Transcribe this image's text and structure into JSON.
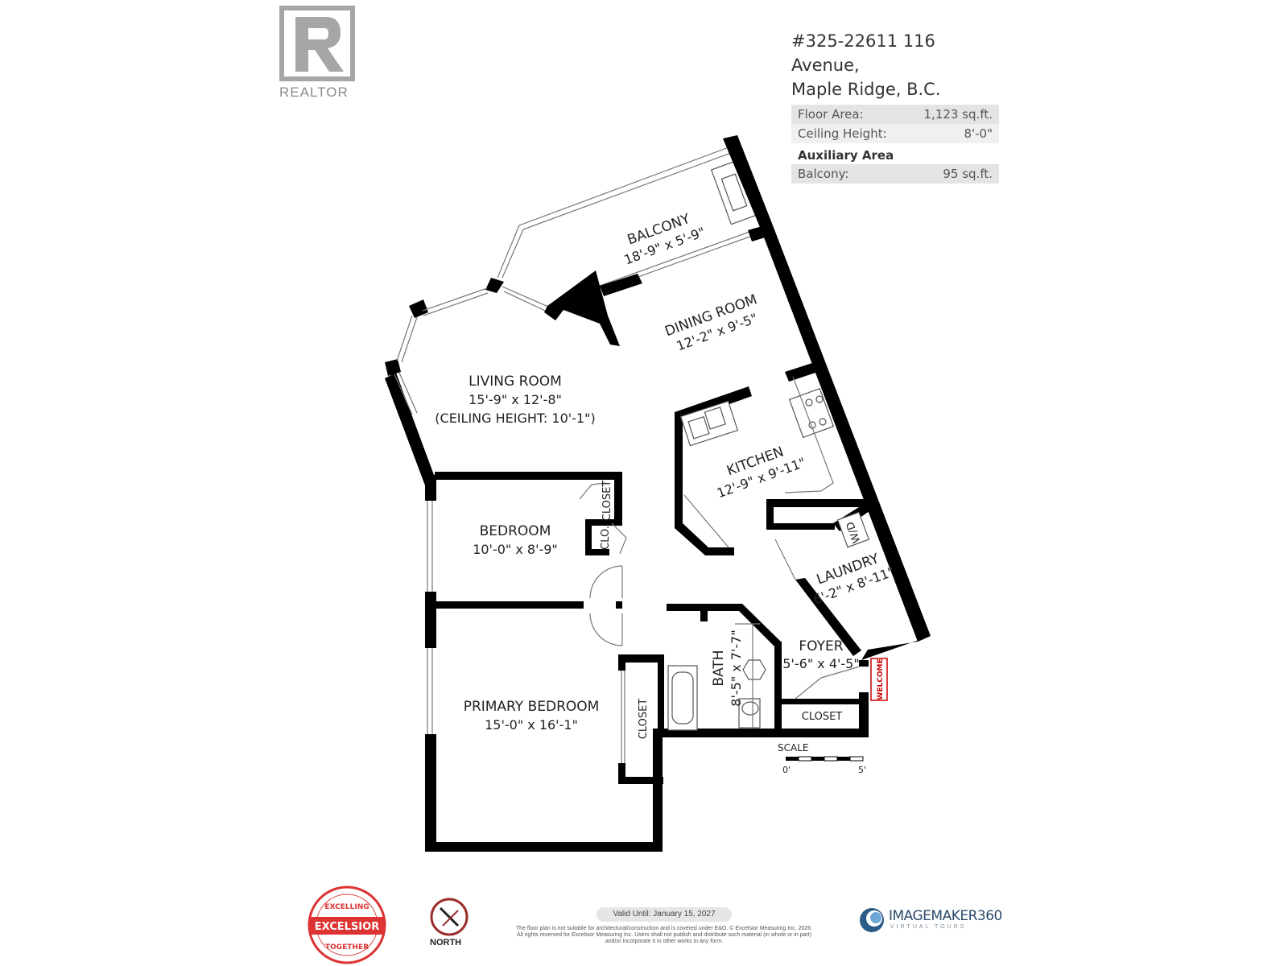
{
  "logo": {
    "brand": "REALTOR"
  },
  "address": {
    "line1": "#325-22611 116 Avenue,",
    "line2": "Maple Ridge, B.C."
  },
  "specs": [
    {
      "label": "Floor Area:",
      "value": "1,123 sq.ft."
    },
    {
      "label": "Ceiling Height:",
      "value": "8'-0\""
    }
  ],
  "auxiliary": {
    "heading": "Auxiliary Area",
    "items": [
      {
        "label": "Balcony:",
        "value": "95 sq.ft."
      }
    ]
  },
  "rooms": {
    "balcony": {
      "name": "BALCONY",
      "dims": "18'-9\" x 5'-9\""
    },
    "dining": {
      "name": "DINING ROOM",
      "dims": "12'-2\" x 9'-5\""
    },
    "living": {
      "name": "LIVING ROOM",
      "dims": "15'-9\" x 12'-8\"",
      "note": "(CEILING HEIGHT: 10'-1\")"
    },
    "kitchen": {
      "name": "KITCHEN",
      "dims": "12'-9\" x 9'-11\""
    },
    "bedroom": {
      "name": "BEDROOM",
      "dims": "10'-0\" x 8'-9\""
    },
    "laundry": {
      "name": "LAUNDRY",
      "dims": "6'-2\" x 8'-11\""
    },
    "foyer": {
      "name": "FOYER",
      "dims": "5'-6\" x 4'-5\""
    },
    "bath": {
      "name": "BATH",
      "dims": "8'-5\" x 7'-7\""
    },
    "primary": {
      "name": "PRIMARY BEDROOM",
      "dims": "15'-0\" x 16'-1\""
    }
  },
  "small_labels": {
    "closet_bedroom": "CLOSET",
    "clo": "CLO.",
    "closet_primary": "CLOSET",
    "closet_foyer": "CLOSET",
    "wd": "W/D",
    "welcome": "WELCOME"
  },
  "scale": {
    "label": "SCALE",
    "start": "0'",
    "end": "5'"
  },
  "footer": {
    "valid_until": "Valid Until: January 15, 2027",
    "disclaimer": "The floor plan is not suitable for architectural/construction and is covered under E&O. © Excelsior Measuring Inc. 2026. All rights reserved for Excelsior Measuring Inc. Users shall not publish and distribute such material (in whole or in part) and/or incorporate it in other works in any form.",
    "excelsior_top": "EXCELLING",
    "excelsior_name": "EXCELSIOR",
    "excelsior_bottom": "TOGETHER",
    "north": "NORTH",
    "imagemaker": "IMAGEMAKER360",
    "imagemaker_sub": "VIRTUAL TOURS"
  }
}
